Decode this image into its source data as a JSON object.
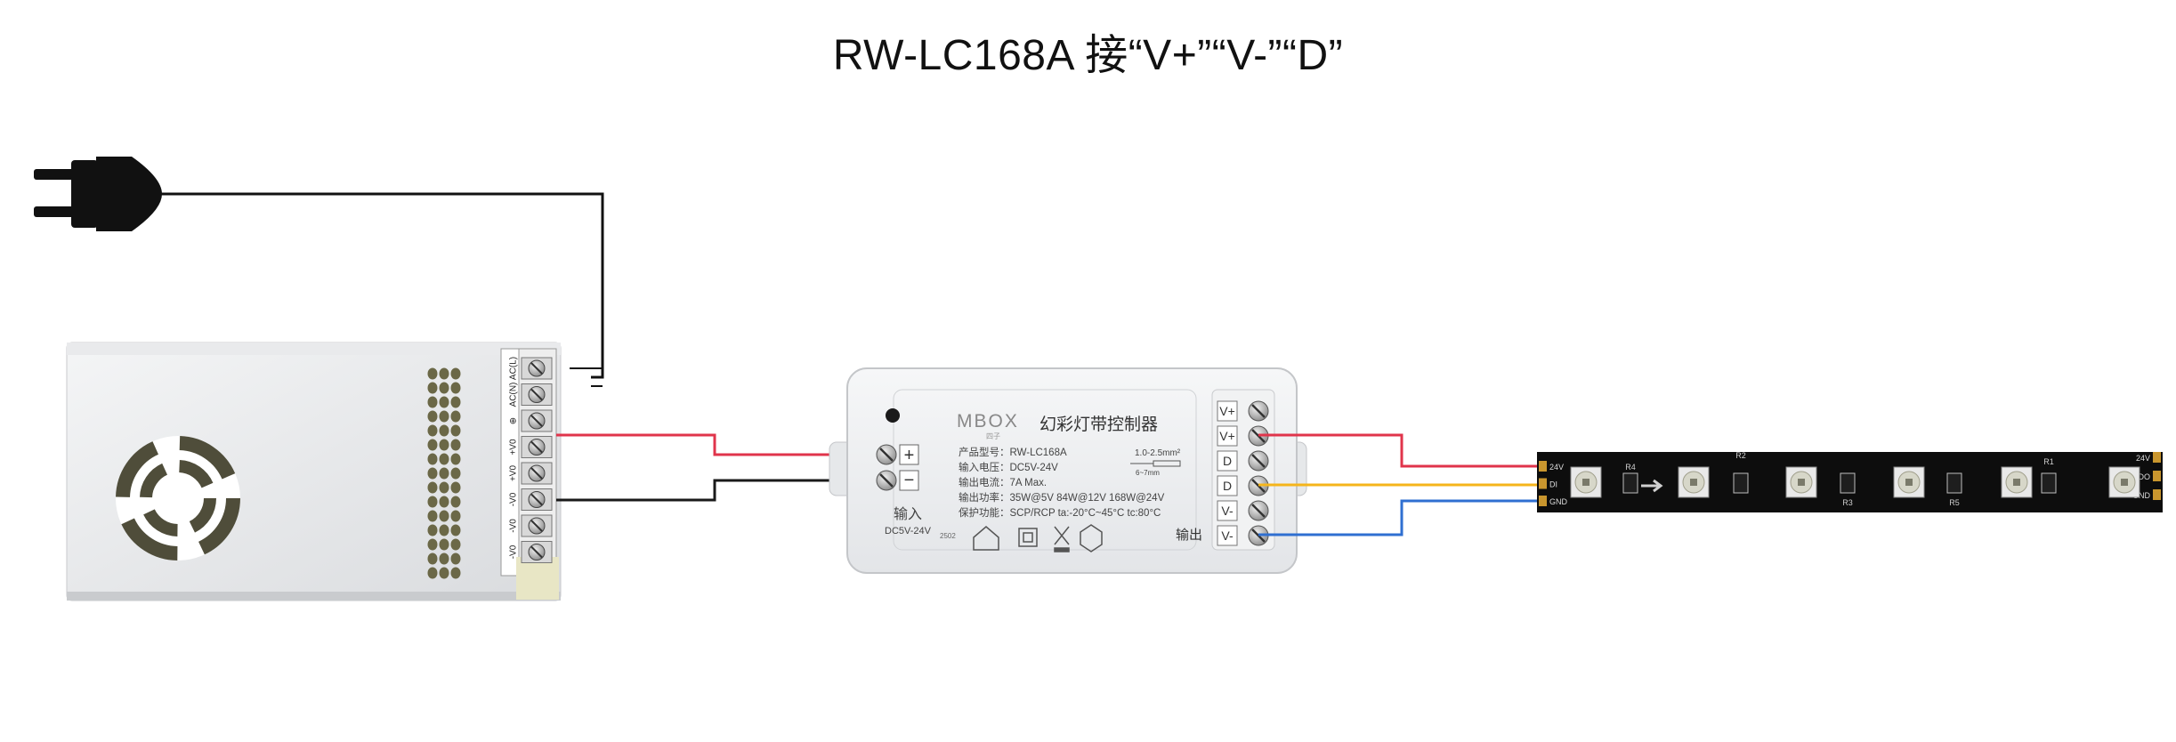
{
  "title": "RW-LC168A 接“V+”“V-”“D”",
  "psu": {
    "terminal_labels": [
      "AC(L)",
      "AC(N)",
      "⊕",
      "+V0",
      "+V0",
      "-V0",
      "-V0",
      "-V0"
    ]
  },
  "controller": {
    "brand": "MBOX",
    "brand_sub": "四子",
    "name": "幻彩灯带控制器",
    "specs": [
      "产品型号：RW-LC168A",
      "输入电压：DC5V-24V",
      "输出电流：7A  Max.",
      "输出功率：35W@5V  84W@12V  168W@24V",
      "保护功能：SCP/RCP   ta:-20°C~45°C   tc:80°C"
    ],
    "wire_gauge": "1.0-2.5mm²",
    "strip_length": "6~7mm",
    "input_signs": [
      "+",
      "−"
    ],
    "input_label": "输入",
    "input_voltage": "DC5V-24V",
    "output_label": "输出",
    "output_terminals": [
      "V+",
      "V+",
      "D",
      "D",
      "V-",
      "V-"
    ],
    "code": "2502"
  },
  "strip": {
    "left_pads": [
      "24V",
      "DI",
      "GND"
    ],
    "right_pads": [
      "24V",
      "DO",
      "GND"
    ],
    "resistor_labels": [
      "R4",
      "R2",
      "R3",
      "R5",
      "R1"
    ]
  },
  "wire_colors": {
    "positive": "#e0344b",
    "negative": "#1a1a1a",
    "data": "#f5b51b",
    "ground": "#2f6fd1"
  }
}
